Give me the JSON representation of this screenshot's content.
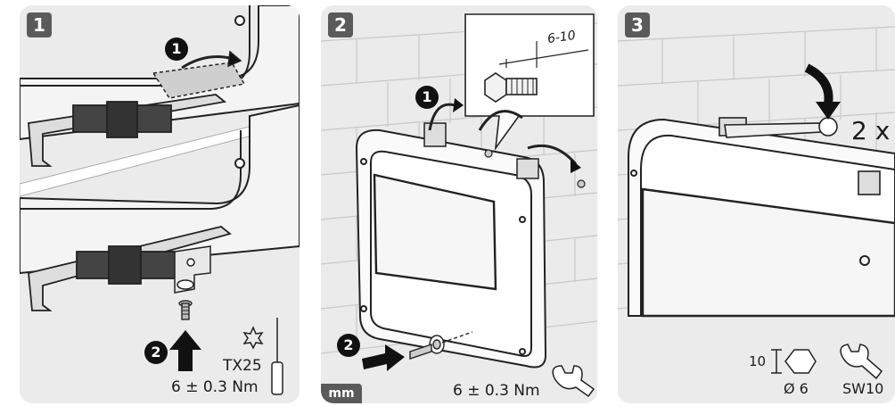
{
  "panels": [
    {
      "step": "1",
      "callouts": [
        "1",
        "2"
      ],
      "tool": "TX25",
      "torque": "6 ± 0.3 Nm"
    },
    {
      "step": "2",
      "callouts": [
        "1",
        "2"
      ],
      "bolt_length": "6-10",
      "unit_tag": "mm",
      "torque": "6 ± 0.3 Nm"
    },
    {
      "step": "3",
      "repeat": "2 x",
      "hex_size": "10",
      "diameter": "Ø 6",
      "wrench": "SW10"
    }
  ],
  "icons": {
    "torx": "torx-star-icon",
    "screwdriver": "screwdriver-icon",
    "wrench": "wrench-icon",
    "hex": "hex-nut-icon"
  }
}
